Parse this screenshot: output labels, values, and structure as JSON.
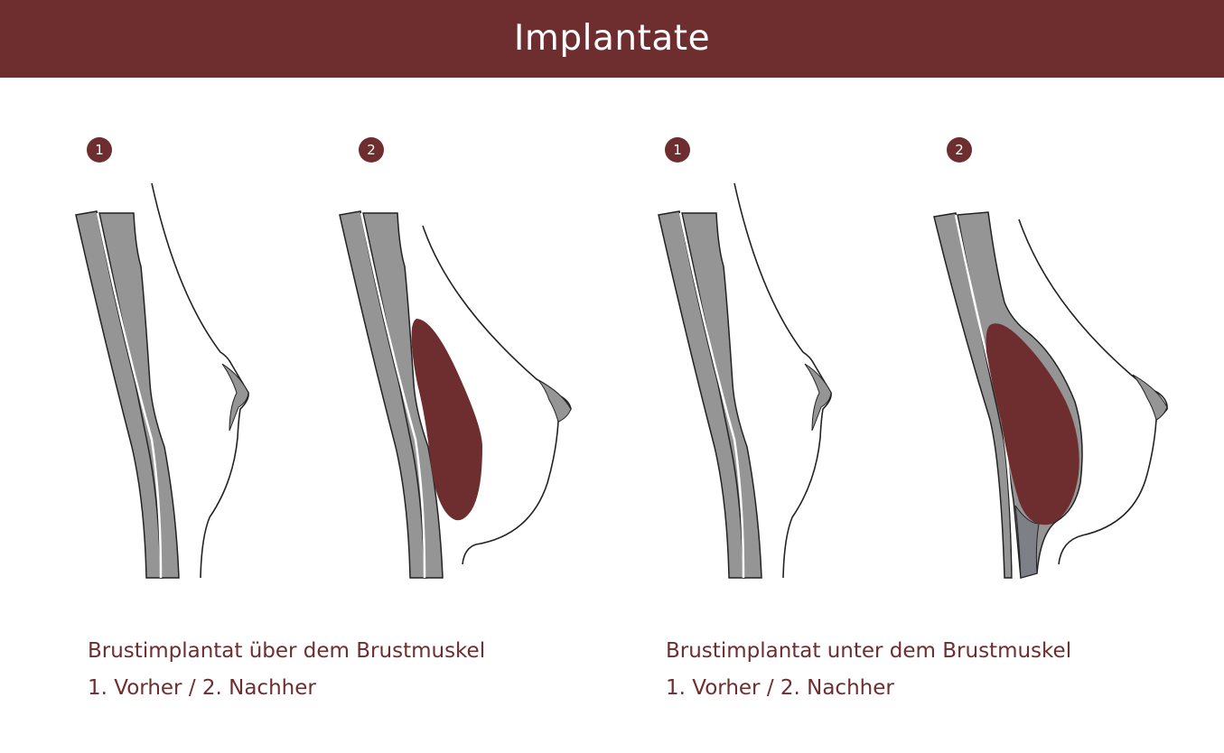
{
  "header": {
    "title": "Implantate",
    "color": "#6e2d2e"
  },
  "figures": [
    {
      "step": "1",
      "state": "before",
      "placement": "none"
    },
    {
      "step": "2",
      "state": "after",
      "placement": "over-muscle"
    },
    {
      "step": "1",
      "state": "before",
      "placement": "none"
    },
    {
      "step": "2",
      "state": "after",
      "placement": "under-muscle"
    }
  ],
  "captions": {
    "left": {
      "line1": "Brustimplantat über dem Brustmuskel",
      "line2": "1. Vorher / 2. Nachher"
    },
    "right": {
      "line1": "Brustimplantat unter dem Brustmuskel",
      "line2": "1. Vorher / 2. Nachher"
    }
  },
  "colors": {
    "implant": "#6e2d2e",
    "muscle": "#959595",
    "outline": "#222222",
    "text": "#6e2d2e"
  }
}
